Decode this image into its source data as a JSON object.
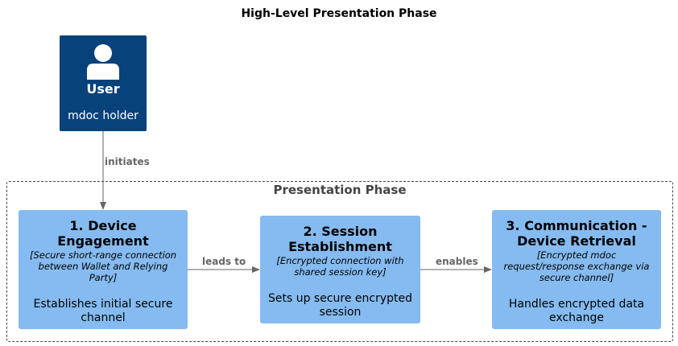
{
  "diagram": {
    "title": "High-Level Presentation Phase",
    "user": {
      "name": "User",
      "description": "mdoc holder"
    },
    "boundary": {
      "label": "Presentation Phase"
    },
    "nodes": [
      {
        "title": "1. Device Engagement",
        "technology": "[Secure short-range connection between Wallet and Relying Party]",
        "description": "Establishes initial secure channel"
      },
      {
        "title": "2. Session Establishment",
        "technology": "[Encrypted connection with shared session key]",
        "description": "Sets up secure encrypted session"
      },
      {
        "title": "3. Communication - Device Retrieval",
        "technology": "[Encrypted mdoc request/response exchange via secure channel]",
        "description": "Handles encrypted data exchange"
      }
    ],
    "edges": [
      {
        "label": "initiates"
      },
      {
        "label": "leads to"
      },
      {
        "label": "enables"
      }
    ],
    "colors": {
      "person": "#08427b",
      "component": "#85bbf0",
      "arrow": "#666666"
    }
  }
}
